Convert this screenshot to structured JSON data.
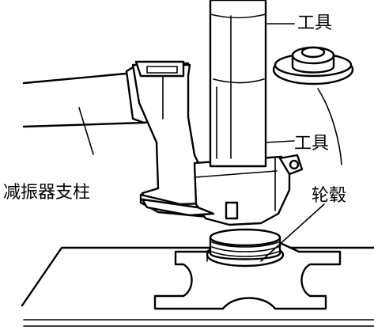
{
  "labels": {
    "tool_top": "工具",
    "tool_mid": "工具",
    "strut": "减振器支柱",
    "hub": "轮毂"
  }
}
